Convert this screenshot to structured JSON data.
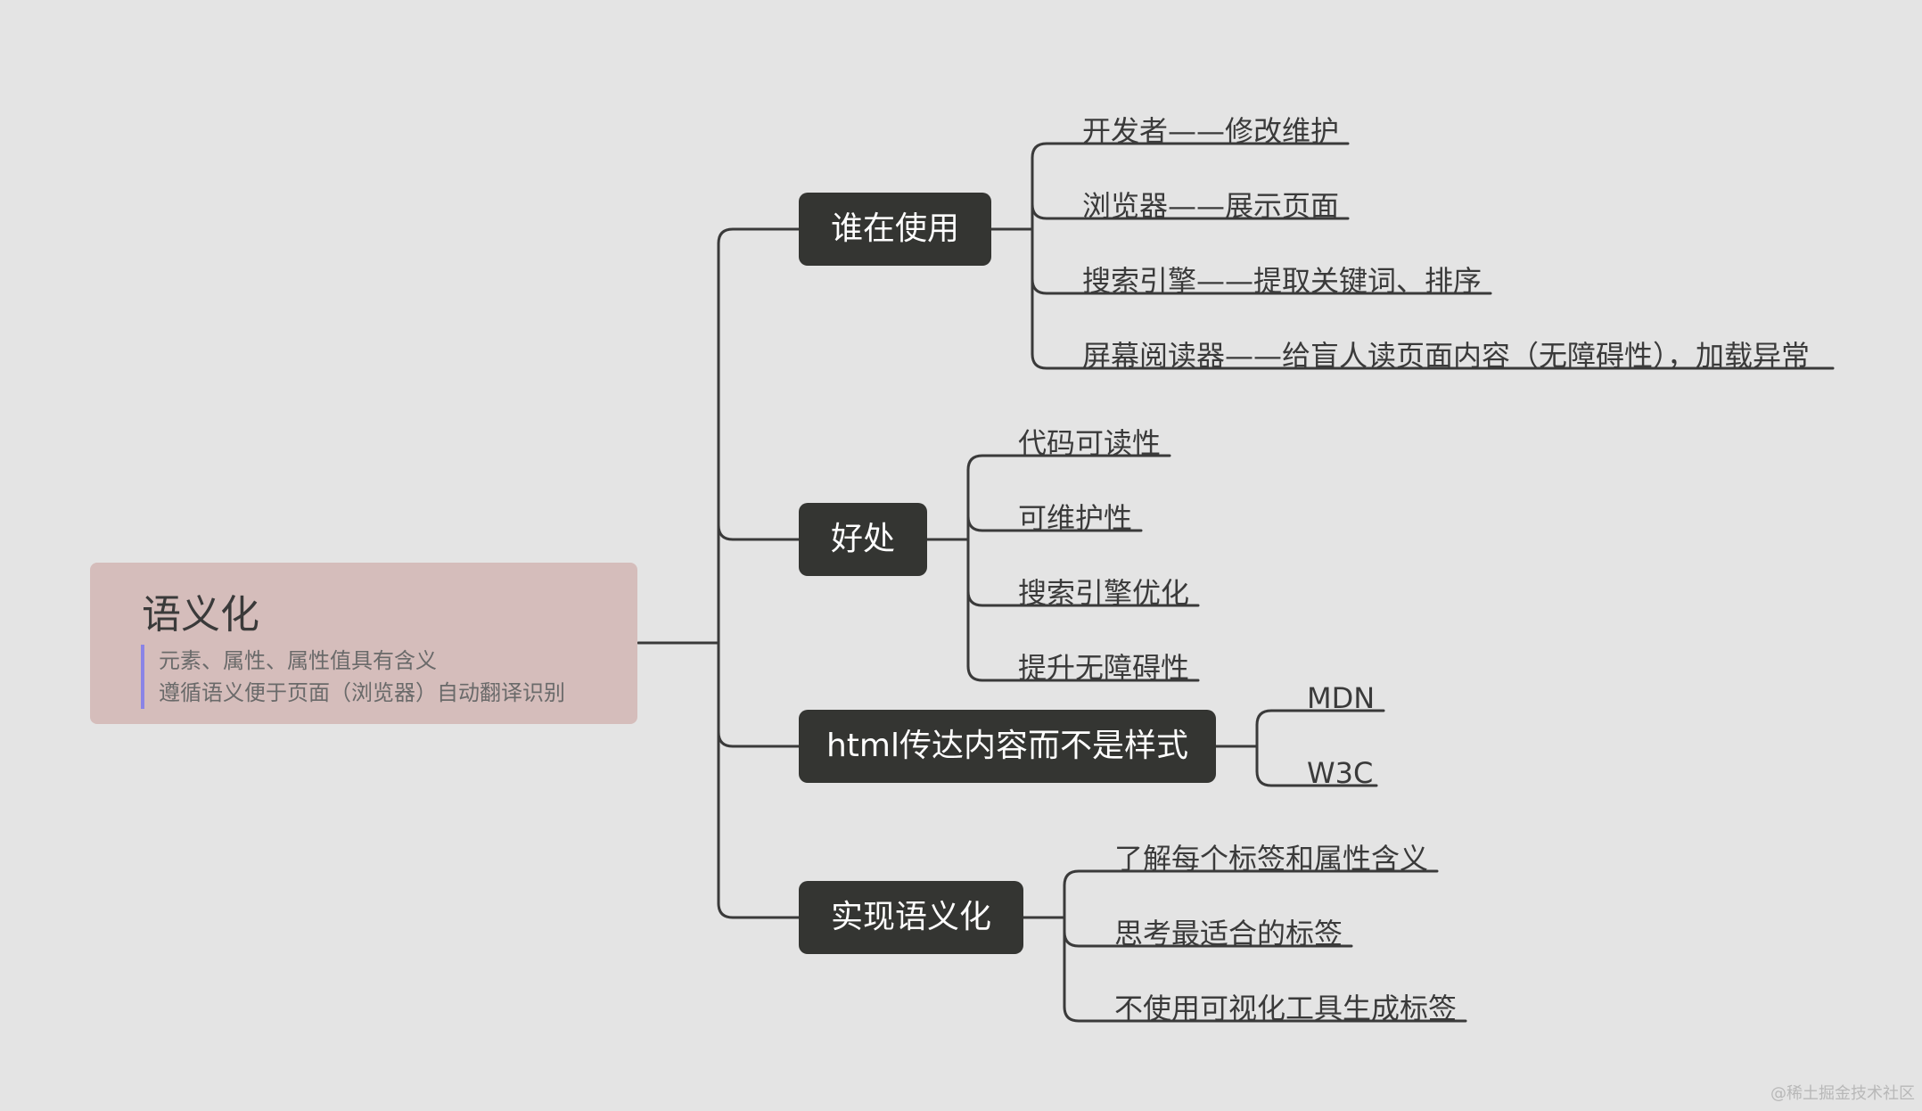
{
  "root": {
    "title": "语义化",
    "notes": [
      "元素、属性、属性值具有含义",
      "遵循语义便于页面（浏览器）自动翻译识别"
    ]
  },
  "branches": [
    {
      "label": "谁在使用",
      "children": [
        "开发者——修改维护",
        "浏览器——展示页面",
        "搜索引擎——提取关键词、排序",
        "屏幕阅读器——给盲人读页面内容（无障碍性），加载异常"
      ]
    },
    {
      "label": "好处",
      "children": [
        "代码可读性",
        "可维护性",
        "搜索引擎优化",
        "提升无障碍性"
      ]
    },
    {
      "label": "html传达内容而不是样式",
      "children": [
        "MDN",
        "W3C"
      ]
    },
    {
      "label": "实现语义化",
      "children": [
        "了解每个标签和属性含义",
        "思考最适合的标签",
        "不使用可视化工具生成标签"
      ]
    }
  ],
  "watermark": "@稀土掘金技术社区",
  "colors": {
    "background": "#e4e4e4",
    "root_fill": "#d5bdbb",
    "branch_fill": "#343532",
    "connector": "#3a3a3a",
    "note_bar": "#8a84e6"
  }
}
